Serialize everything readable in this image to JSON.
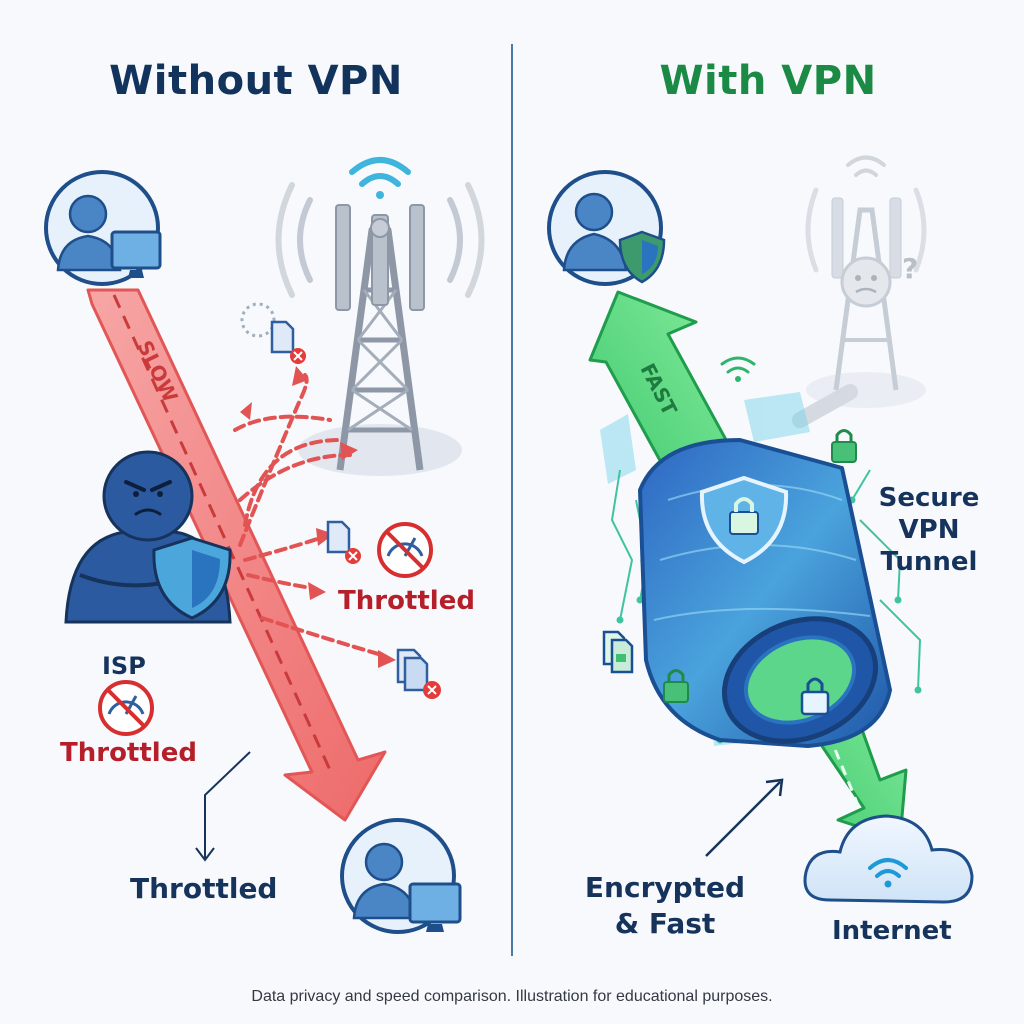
{
  "left_panel": {
    "title": "Without VPN",
    "arrow_text": "SLOW",
    "isp_label": "ISP",
    "isp_status": "Throttled",
    "packet_status": "Throttled",
    "bottom_label": "Throttled"
  },
  "right_panel": {
    "title": "With VPN",
    "arrow_text": "FAST",
    "tunnel_label": [
      "Secure",
      "VPN",
      "Tunnel"
    ],
    "encrypted_label": [
      "Encrypted",
      "& Fast"
    ],
    "internet_label": "Internet"
  },
  "caption": "Data privacy and speed comparison. Illustration for educational purposes.",
  "colors": {
    "navy": "#16335c",
    "red": "#b51f2a",
    "green": "#1a8a45",
    "slow_arrow": "#f07b7b",
    "fast_arrow": "#52d67a",
    "tunnel": "#2f6fc4"
  },
  "icons": [
    "user-icon",
    "monitor-icon",
    "cell-tower-icon",
    "wifi-icon",
    "document-icon",
    "error-x-icon",
    "speedometer-blocked-icon",
    "shield-icon",
    "lock-icon",
    "cloud-icon"
  ]
}
